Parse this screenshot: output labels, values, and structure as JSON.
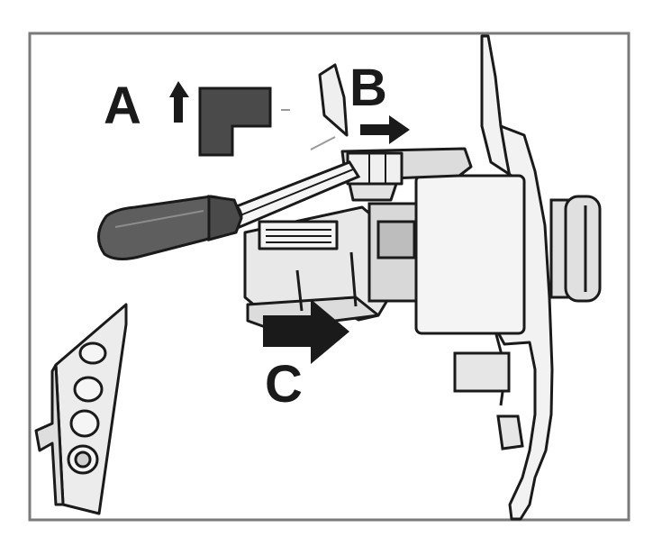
{
  "labels": {
    "a": "A",
    "b": "B",
    "c": "C"
  },
  "colors": {
    "frame": "#7a7a7a",
    "ink": "#1a1a1a",
    "dark_part": "#4a4a4a",
    "handle": "#5e5e5e",
    "light_fill": "#ededed",
    "mid_fill": "#d6d6d6",
    "background": "#ffffff"
  },
  "icons": {
    "arrow_a": "arrow-up-icon",
    "arrow_b": "arrow-right-icon",
    "arrow_c": "arrow-right-icon"
  }
}
